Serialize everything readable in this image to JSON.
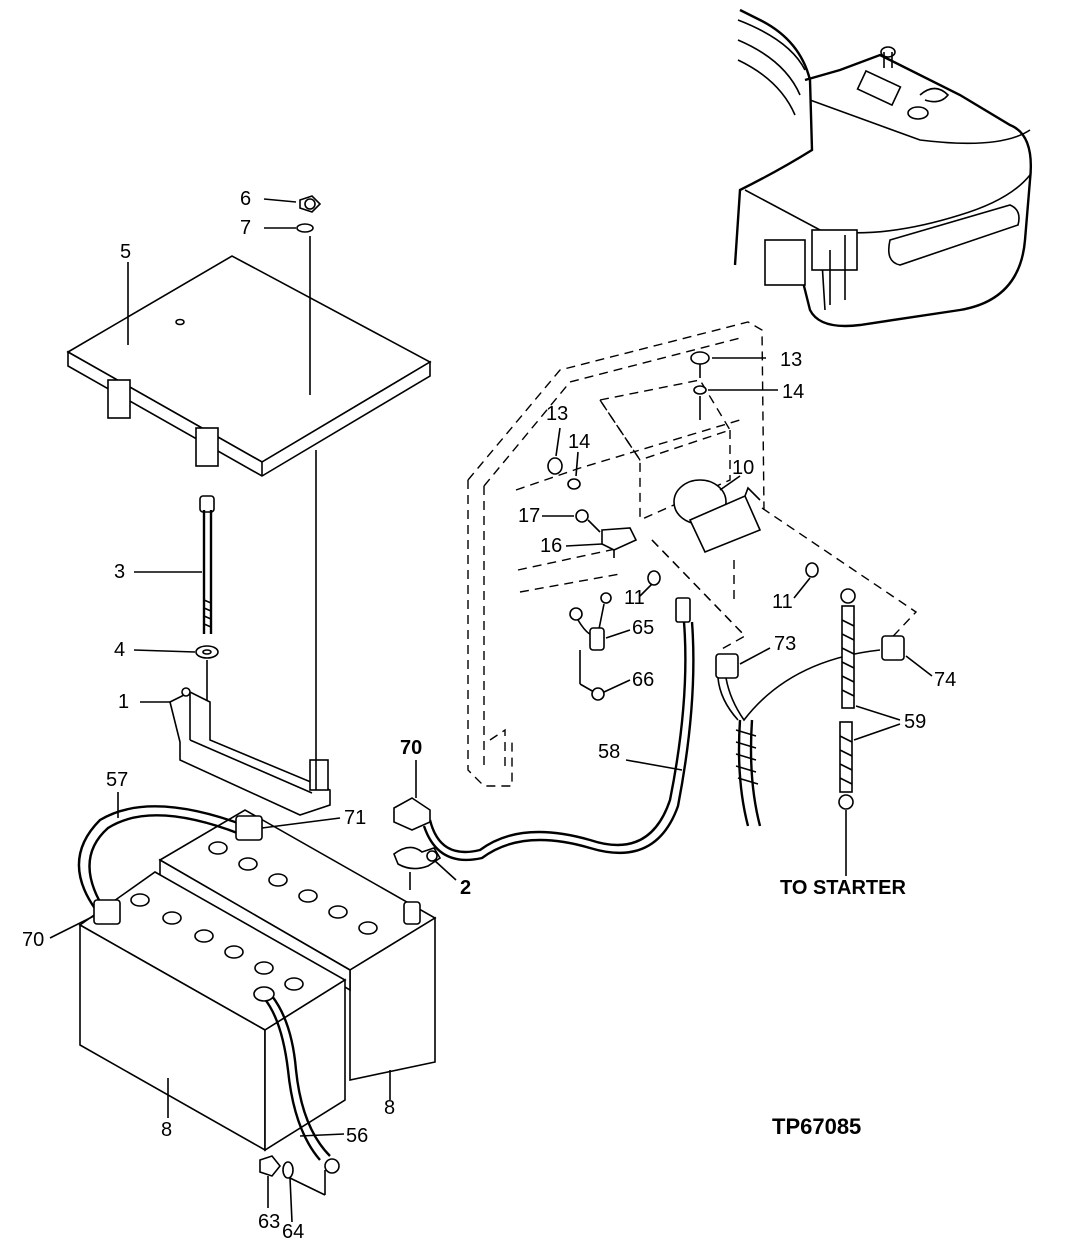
{
  "labels": {
    "l1": "1",
    "l2": "2",
    "l3": "3",
    "l4": "4",
    "l5": "5",
    "l6": "6",
    "l7": "7",
    "l8a": "8",
    "l8b": "8",
    "l10": "10",
    "l11a": "11",
    "l11b": "11",
    "l13a": "13",
    "l13b": "13",
    "l14a": "14",
    "l14b": "14",
    "l16": "16",
    "l17": "17",
    "l56": "56",
    "l57": "57",
    "l58": "58",
    "l59": "59",
    "l63": "63",
    "l64": "64",
    "l65": "65",
    "l66": "66",
    "l70a": "70",
    "l70b": "70",
    "l71": "71",
    "l73": "73",
    "l74": "74"
  },
  "to_starter": "TO STARTER",
  "figure_ref": "TP67085"
}
